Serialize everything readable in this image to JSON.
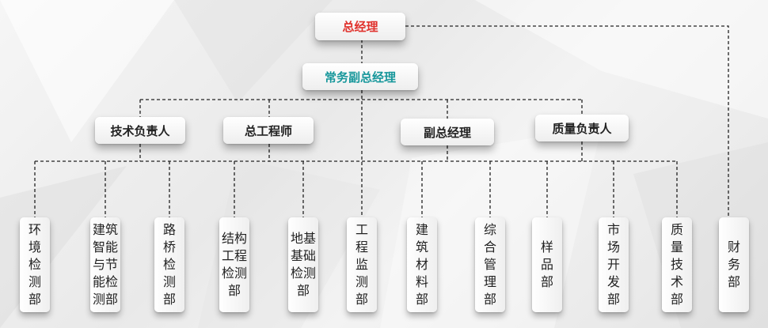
{
  "general_manager": "总经理",
  "executive_vp": "常务副总经理",
  "mid_level": [
    "技术负责人",
    "总工程师",
    "副总经理",
    "质量负责人"
  ],
  "departments": [
    "环\n境\n检\n测\n部",
    "建筑\n智能\n与节\n能检\n测部",
    "路\n桥\n检\n测\n部",
    "结构\n工程\n检测\n部",
    "地基\n基础\n检测\n部",
    "工\n程\n监\n测\n部",
    "建\n筑\n材\n料\n部",
    "综\n合\n管\n理\n部",
    "样\n品\n部",
    "市\n场\n开\n发\n部",
    "质\n量\n技\n术\n部",
    "财\n务\n部"
  ],
  "colors": {
    "general_manager_text": "#e0322d",
    "executive_vp_text": "#17979b",
    "connector": "#222222"
  }
}
